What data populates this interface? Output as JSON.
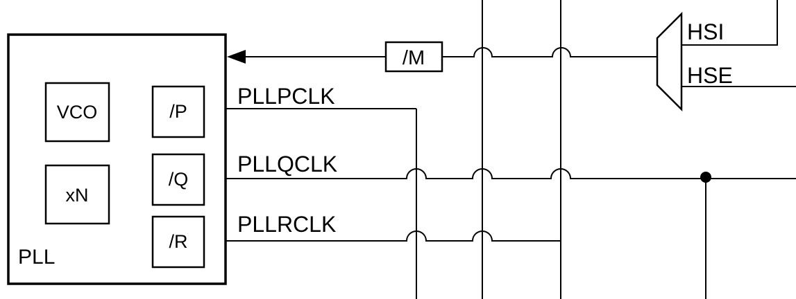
{
  "pll": {
    "title": "PLL",
    "blocks": {
      "vco": "VCO",
      "multiplier": "xN",
      "div_p": "/P",
      "div_q": "/Q",
      "div_r": "/R"
    }
  },
  "input_divider": "/M",
  "mux_inputs": [
    "HSI",
    "HSE"
  ],
  "outputs": {
    "p": "PLLPCLK",
    "q": "PLLQCLK",
    "r": "PLLRCLK"
  }
}
